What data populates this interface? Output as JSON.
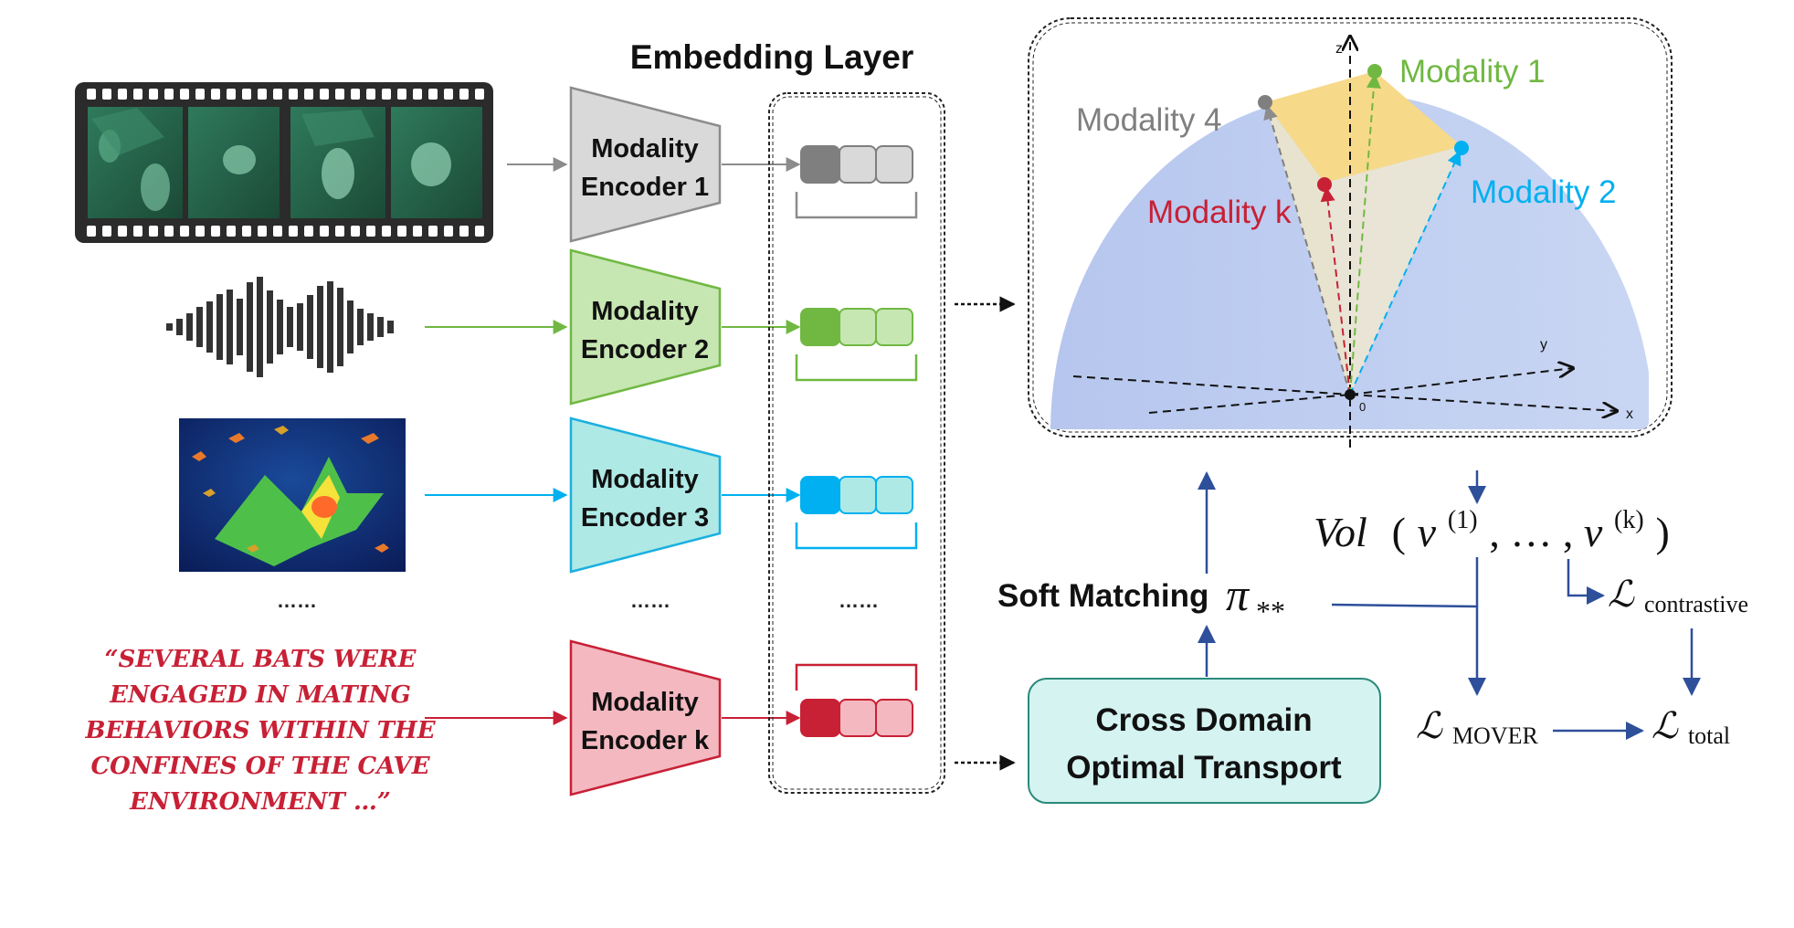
{
  "embedding_layer_title": "Embedding Layer",
  "encoders": [
    {
      "line1": "Modality",
      "line2": "Encoder 1",
      "fill": "#d9d9d9",
      "stroke": "#8c8c8c",
      "accent": "#7f7f7f",
      "light": "#d9d9d9"
    },
    {
      "line1": "Modality",
      "line2": "Encoder 2",
      "fill": "#c6e6b2",
      "stroke": "#70b842",
      "accent": "#70b842",
      "light": "#c6e6b2"
    },
    {
      "line1": "Modality",
      "line2": "Encoder 3",
      "fill": "#aee9e6",
      "stroke": "#1ab0e0",
      "accent": "#00b0f0",
      "light": "#aee9e6"
    },
    {
      "line1": "Modality",
      "line2": "Encoder k",
      "fill": "#f4b8c0",
      "stroke": "#c82035",
      "accent": "#c82035",
      "light": "#f4b8c0"
    }
  ],
  "ellipsis_inputs": "……",
  "ellipsis_encoders": "……",
  "ellipsis_embeddings": "……",
  "text_input_lines": [
    "“SEVERAL BATS WERE",
    "ENGAGED IN MATING",
    "BEHAVIORS WITHIN THE",
    "CONFINES OF THE CAVE",
    "ENVIRONMENT …”"
  ],
  "colors": {
    "gray": "#7f7f7f",
    "green": "#70b842",
    "blue": "#00b0f0",
    "red": "#c82035",
    "navy": "#2e4f9a",
    "sphere": "#b8c8ee",
    "polygon": "#f7d98a",
    "ot_fill": "#d4f3f1",
    "ot_stroke": "#2a8a7a"
  },
  "sphere": {
    "modality_1": "Modality 1",
    "modality_2": "Modality 2",
    "modality_4": "Modality 4",
    "modality_k": "Modality k",
    "axis_x": "x",
    "axis_y": "y",
    "axis_z": "z",
    "origin": "0"
  },
  "soft_matching_label": "Soft Matching",
  "soft_matching_symbol": "π",
  "soft_matching_sub": "**",
  "ot_line1": "Cross Domain",
  "ot_line2": "Optimal Transport",
  "vol": {
    "name": "Vol",
    "open": "(",
    "v1": "v",
    "sup1": "(1)",
    "mid": ", … , ",
    "vk": "v",
    "supk": "(k)",
    "close": ")"
  },
  "losses": {
    "contrastive_L": "ℒ",
    "contrastive_sub": "contrastive",
    "mover_L": "ℒ",
    "mover_sub": "MOVER",
    "total_L": "ℒ",
    "total_sub": "total"
  }
}
